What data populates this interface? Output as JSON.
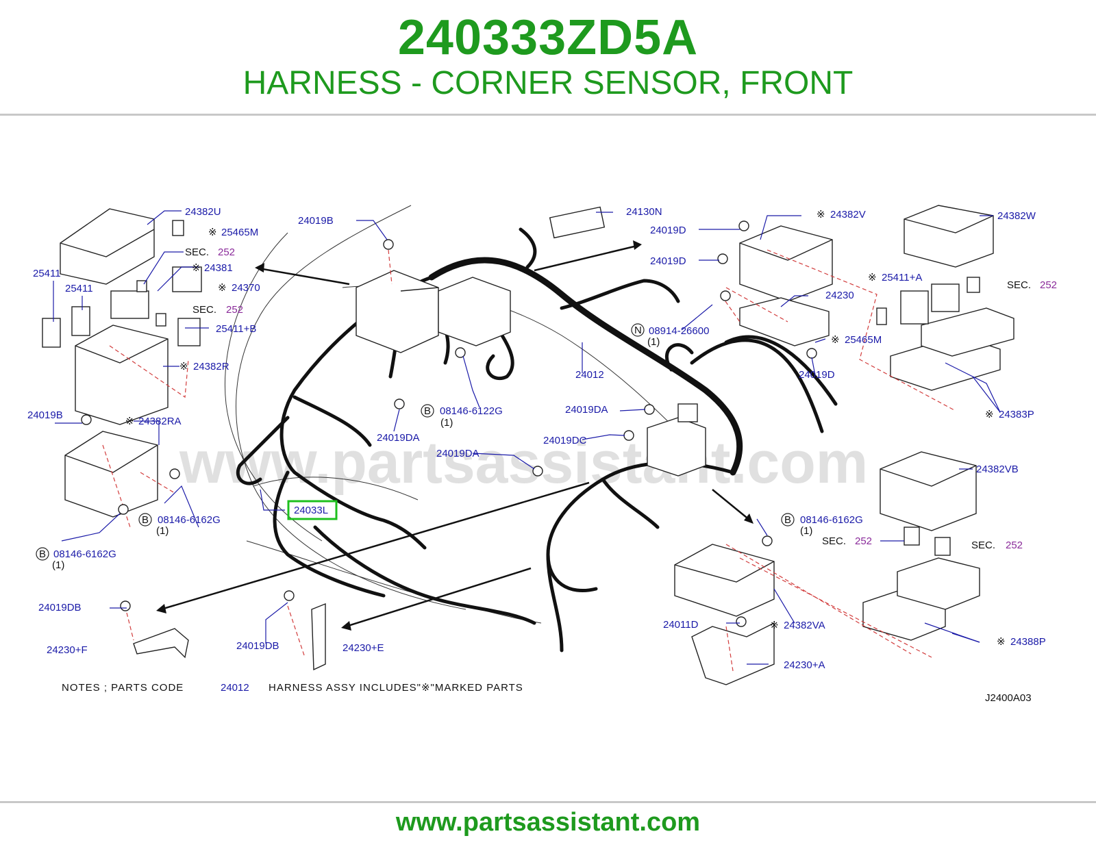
{
  "header": {
    "part_number": "240333ZD5A",
    "part_name": "HARNESS - CORNER SENSOR, FRONT"
  },
  "footer": {
    "url": "www.partsassistant.com"
  },
  "diagram": {
    "watermark": "www.partsassistant.com",
    "drawing_code": "J2400A03",
    "highlighted_part": "24033L",
    "notes": {
      "prefix": "NOTES ; PARTS CODE",
      "code": "24012",
      "suffix": "HARNESS ASSY INCLUDES\"※\"MARKED PARTS"
    },
    "sec_label": "SEC.",
    "sec_number": "252",
    "mark": "※",
    "labels": {
      "l24382U": "24382U",
      "l25465M_a": "25465M",
      "l25411_a": "25411",
      "l25411_b": "25411",
      "l24381": "24381",
      "l24370": "24370",
      "l25411B": "25411+B",
      "l24382R": "24382R",
      "l24019B_a": "24019B",
      "l24382RA": "24382RA",
      "l08146_a": "08146-6162G",
      "l08146_b": "08146-6162G",
      "l24019B_b": "24019B",
      "l24130N": "24130N",
      "l24019D_a": "24019D",
      "l24019D_b": "24019D",
      "l24382V": "24382V",
      "l24382W": "24382W",
      "l25411A": "25411+A",
      "l24230": "24230",
      "l08914": "08914-26600",
      "l25465M_b": "25465M",
      "l24012": "24012",
      "l24019D_c": "24019D",
      "l08146_c": "08146-6122G",
      "l24019DA_a": "24019DA",
      "l24019DA_b": "24019DA",
      "l24019DC": "24019DC",
      "l24019DA_c": "24019DA",
      "l24383P": "24383P",
      "l24382VB": "24382VB",
      "l08146_d": "08146-6162G",
      "l24019DB_a": "24019DB",
      "l24230F": "24230+F",
      "l24019DB_b": "24019DB",
      "l24230E": "24230+E",
      "l24011D": "24011D",
      "l24382VA": "24382VA",
      "l24230A": "24230+A",
      "l24388P": "24388P"
    },
    "qty": "(1)",
    "circle_b": "B",
    "circle_n": "N",
    "colors": {
      "title_green": "#1e9a1e",
      "label_blue": "#1a1aa8",
      "sec_purple": "#8a2a9a",
      "highlight_green": "#1ec01e",
      "dash_red": "#d23c3c"
    }
  }
}
